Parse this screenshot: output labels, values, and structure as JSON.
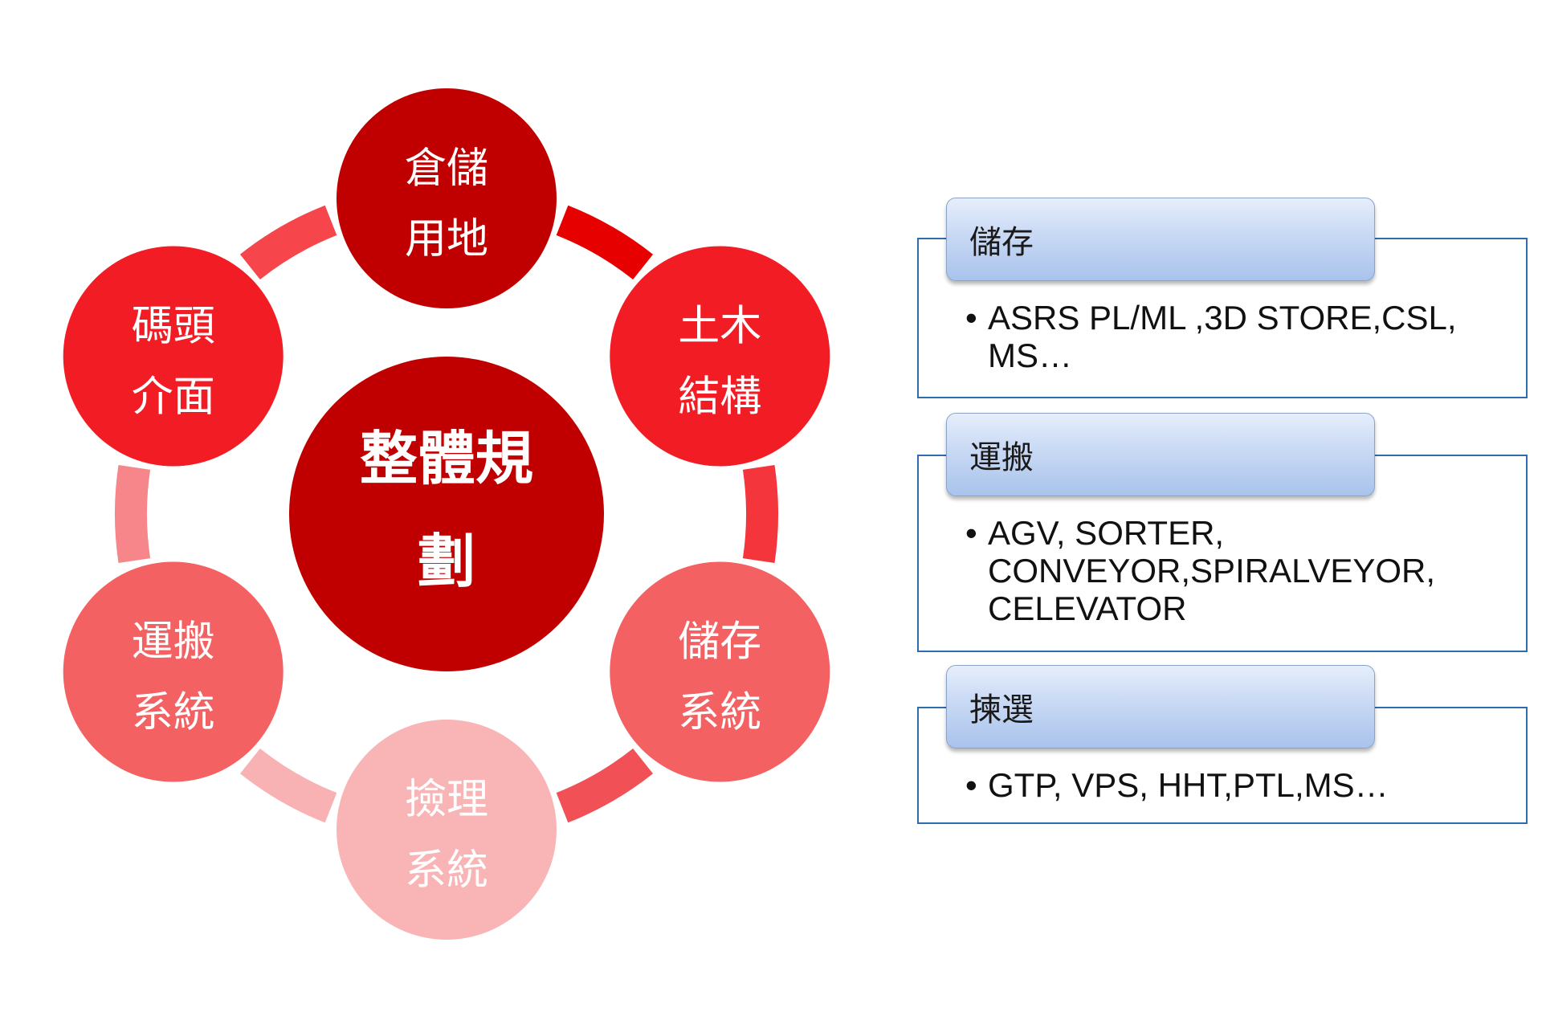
{
  "diagram": {
    "center": {
      "line1": "整體規",
      "line2": "劃",
      "color": "#c00000"
    },
    "nodes": [
      {
        "id": "warehouse-land",
        "line1": "倉儲",
        "line2": "用地",
        "color": "#c00000"
      },
      {
        "id": "civil-structure",
        "line1": "土木",
        "line2": "結構",
        "color": "#f21c24"
      },
      {
        "id": "storage-system",
        "line1": "儲存",
        "line2": "系統",
        "color": "#f36163"
      },
      {
        "id": "picking-system",
        "line1": "撿理",
        "line2": "系統",
        "color": "#f9b4b6"
      },
      {
        "id": "transport-system",
        "line1": "運搬",
        "line2": "系統",
        "color": "#f36163"
      },
      {
        "id": "dock-interface",
        "line1": "碼頭",
        "line2": "介面",
        "color": "#f21c24"
      }
    ],
    "arcs": [
      {
        "color": "#e60000"
      },
      {
        "color": "#f4353c"
      },
      {
        "color": "#f25057"
      },
      {
        "color": "#f8b2b4"
      },
      {
        "color": "#f6868a"
      },
      {
        "color": "#f6464b"
      }
    ]
  },
  "categories": [
    {
      "title": "儲存",
      "bullet": "•",
      "lines": [
        "ASRS PL/ML ,3D STORE,CSL,",
        "MS…"
      ]
    },
    {
      "title": "運搬",
      "bullet": "•",
      "lines": [
        "AGV, SORTER,",
        "CONVEYOR,SPIRALVEYOR,",
        "CELEVATOR"
      ]
    },
    {
      "title": "揀選",
      "bullet": "•",
      "lines": [
        "GTP, VPS, HHT,PTL,MS…"
      ]
    }
  ]
}
